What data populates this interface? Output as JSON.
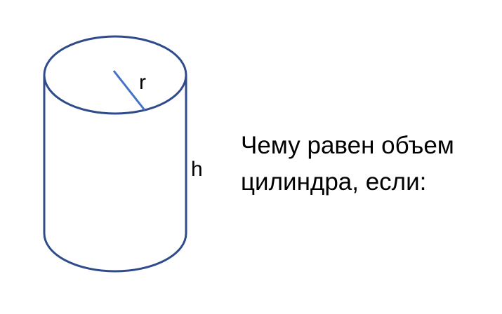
{
  "diagram": {
    "shape": "cylinder",
    "stroke_color": "#2f4b8c",
    "radius_line_color": "#4472c4",
    "radius_label": "r",
    "height_label": "h"
  },
  "question": {
    "line1": "Чему равен объем",
    "line2": "цилиндра, если:"
  }
}
